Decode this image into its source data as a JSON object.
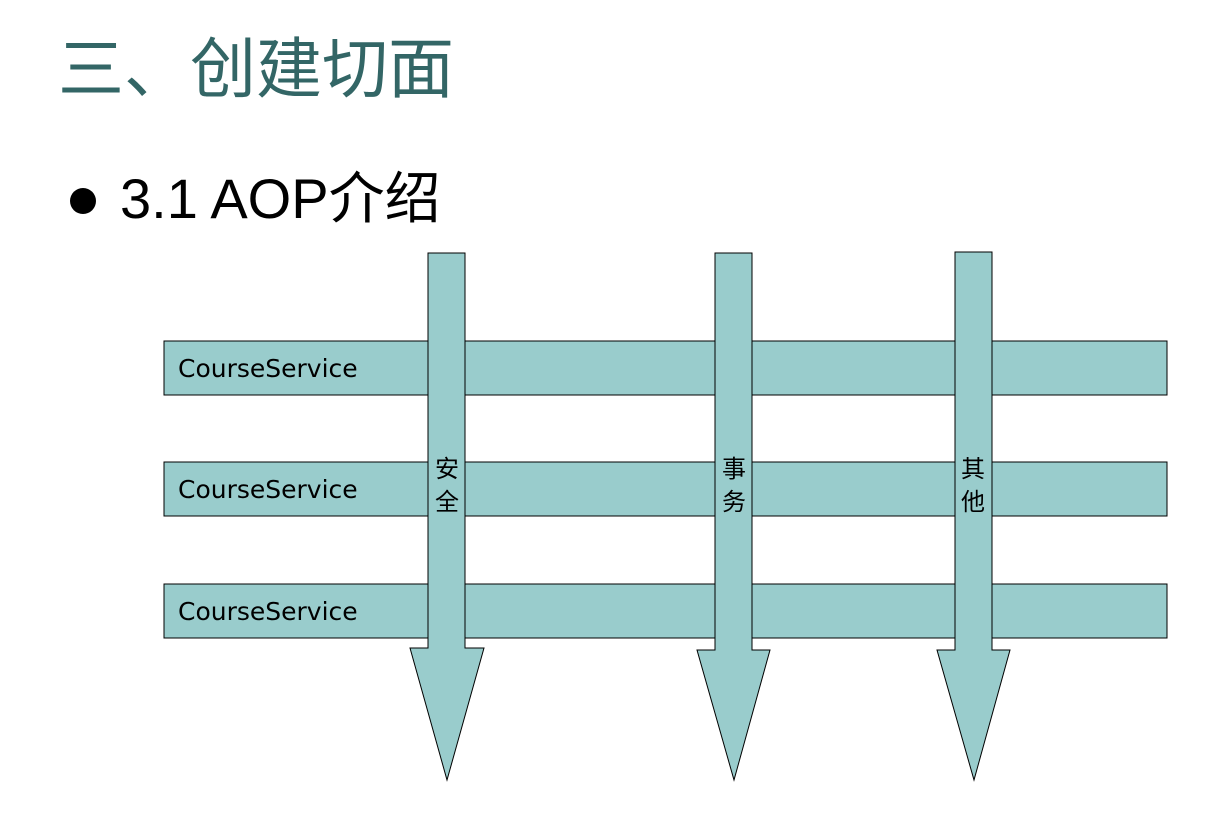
{
  "slide": {
    "title": "三、创建切面",
    "bullet": "3.1 AOP介绍"
  },
  "diagram": {
    "services": [
      {
        "label": "CourseService"
      },
      {
        "label": "CourseService"
      },
      {
        "label": "CourseService"
      }
    ],
    "concerns": [
      {
        "label_line1": "安",
        "label_line2": "全"
      },
      {
        "label_line1": "事",
        "label_line2": "务"
      },
      {
        "label_line1": "其",
        "label_line2": "他"
      }
    ]
  },
  "colors": {
    "title": "#336666",
    "shape_fill": "#99CCCC",
    "shape_stroke": "#000000",
    "text": "#000000"
  }
}
